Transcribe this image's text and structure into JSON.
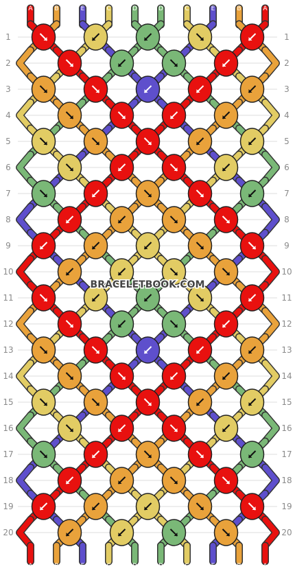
{
  "colors": {
    "A": "#e8110f",
    "B": "#e9a23b",
    "C": "#e2cc64",
    "D": "#7ab877",
    "E": "#5e4fcc"
  },
  "strands_top": [
    "A",
    "B",
    "E",
    "C",
    "D",
    "D",
    "C",
    "E",
    "B",
    "A"
  ],
  "strands_bottom": [
    "A",
    "B",
    "E",
    "C",
    "D",
    "D",
    "C",
    "E",
    "B",
    "A"
  ],
  "row_labels": [
    "1",
    "2",
    "3",
    "4",
    "5",
    "6",
    "7",
    "8",
    "9",
    "10",
    "11",
    "12",
    "13",
    "14",
    "15",
    "16",
    "17",
    "18",
    "19",
    "20"
  ],
  "watermark": "BRACELETBOOK.COM",
  "knot_rows": [
    [
      {
        "c": "A",
        "d": "se"
      },
      {
        "c": "C",
        "d": "sw"
      },
      {
        "c": "D",
        "d": "sw"
      },
      {
        "c": "C",
        "d": "se"
      },
      {
        "c": "A",
        "d": "sw"
      }
    ],
    [
      {
        "c": "A",
        "d": "se"
      },
      {
        "c": "D",
        "d": "sw"
      },
      {
        "c": "D",
        "d": "se"
      },
      {
        "c": "A",
        "d": "sw"
      }
    ],
    [
      {
        "c": "B",
        "d": "se"
      },
      {
        "c": "A",
        "d": "se"
      },
      {
        "c": "E",
        "d": "sw"
      },
      {
        "c": "A",
        "d": "sw"
      },
      {
        "c": "B",
        "d": "sw"
      }
    ],
    [
      {
        "c": "B",
        "d": "se"
      },
      {
        "c": "A",
        "d": "se"
      },
      {
        "c": "A",
        "d": "sw"
      },
      {
        "c": "B",
        "d": "sw"
      }
    ],
    [
      {
        "c": "C",
        "d": "se"
      },
      {
        "c": "B",
        "d": "se"
      },
      {
        "c": "A",
        "d": "se"
      },
      {
        "c": "B",
        "d": "sw"
      },
      {
        "c": "C",
        "d": "sw"
      }
    ],
    [
      {
        "c": "C",
        "d": "se"
      },
      {
        "c": "A",
        "d": "sw"
      },
      {
        "c": "A",
        "d": "se"
      },
      {
        "c": "C",
        "d": "sw"
      }
    ],
    [
      {
        "c": "D",
        "d": "se"
      },
      {
        "c": "A",
        "d": "sw"
      },
      {
        "c": "B",
        "d": "se"
      },
      {
        "c": "A",
        "d": "se"
      },
      {
        "c": "D",
        "d": "sw"
      }
    ],
    [
      {
        "c": "A",
        "d": "sw"
      },
      {
        "c": "B",
        "d": "sw"
      },
      {
        "c": "B",
        "d": "se"
      },
      {
        "c": "A",
        "d": "se"
      }
    ],
    [
      {
        "c": "A",
        "d": "sw"
      },
      {
        "c": "B",
        "d": "sw"
      },
      {
        "c": "C",
        "d": "sw"
      },
      {
        "c": "B",
        "d": "se"
      },
      {
        "c": "A",
        "d": "se"
      }
    ],
    [
      {
        "c": "B",
        "d": "sw"
      },
      {
        "c": "C",
        "d": "sw"
      },
      {
        "c": "C",
        "d": "se"
      },
      {
        "c": "B",
        "d": "se"
      }
    ],
    [
      {
        "c": "A",
        "d": "se"
      },
      {
        "c": "C",
        "d": "sw"
      },
      {
        "c": "D",
        "d": "sw"
      },
      {
        "c": "C",
        "d": "se"
      },
      {
        "c": "A",
        "d": "sw"
      }
    ],
    [
      {
        "c": "A",
        "d": "se"
      },
      {
        "c": "D",
        "d": "sw"
      },
      {
        "c": "D",
        "d": "se"
      },
      {
        "c": "A",
        "d": "sw"
      }
    ],
    [
      {
        "c": "B",
        "d": "se"
      },
      {
        "c": "A",
        "d": "se"
      },
      {
        "c": "E",
        "d": "sw"
      },
      {
        "c": "A",
        "d": "sw"
      },
      {
        "c": "B",
        "d": "sw"
      }
    ],
    [
      {
        "c": "B",
        "d": "se"
      },
      {
        "c": "A",
        "d": "se"
      },
      {
        "c": "A",
        "d": "sw"
      },
      {
        "c": "B",
        "d": "sw"
      }
    ],
    [
      {
        "c": "C",
        "d": "se"
      },
      {
        "c": "B",
        "d": "se"
      },
      {
        "c": "A",
        "d": "se"
      },
      {
        "c": "B",
        "d": "sw"
      },
      {
        "c": "C",
        "d": "sw"
      }
    ],
    [
      {
        "c": "C",
        "d": "se"
      },
      {
        "c": "A",
        "d": "sw"
      },
      {
        "c": "A",
        "d": "se"
      },
      {
        "c": "C",
        "d": "sw"
      }
    ],
    [
      {
        "c": "D",
        "d": "se"
      },
      {
        "c": "A",
        "d": "sw"
      },
      {
        "c": "B",
        "d": "se"
      },
      {
        "c": "A",
        "d": "se"
      },
      {
        "c": "D",
        "d": "sw"
      }
    ],
    [
      {
        "c": "A",
        "d": "sw"
      },
      {
        "c": "B",
        "d": "sw"
      },
      {
        "c": "B",
        "d": "se"
      },
      {
        "c": "A",
        "d": "se"
      }
    ],
    [
      {
        "c": "A",
        "d": "sw"
      },
      {
        "c": "B",
        "d": "sw"
      },
      {
        "c": "C",
        "d": "sw"
      },
      {
        "c": "B",
        "d": "se"
      },
      {
        "c": "A",
        "d": "se"
      }
    ],
    [
      {
        "c": "B",
        "d": "sw"
      },
      {
        "c": "C",
        "d": "sw"
      },
      {
        "c": "D",
        "d": "se"
      },
      {
        "c": "B",
        "d": "se"
      }
    ]
  ]
}
